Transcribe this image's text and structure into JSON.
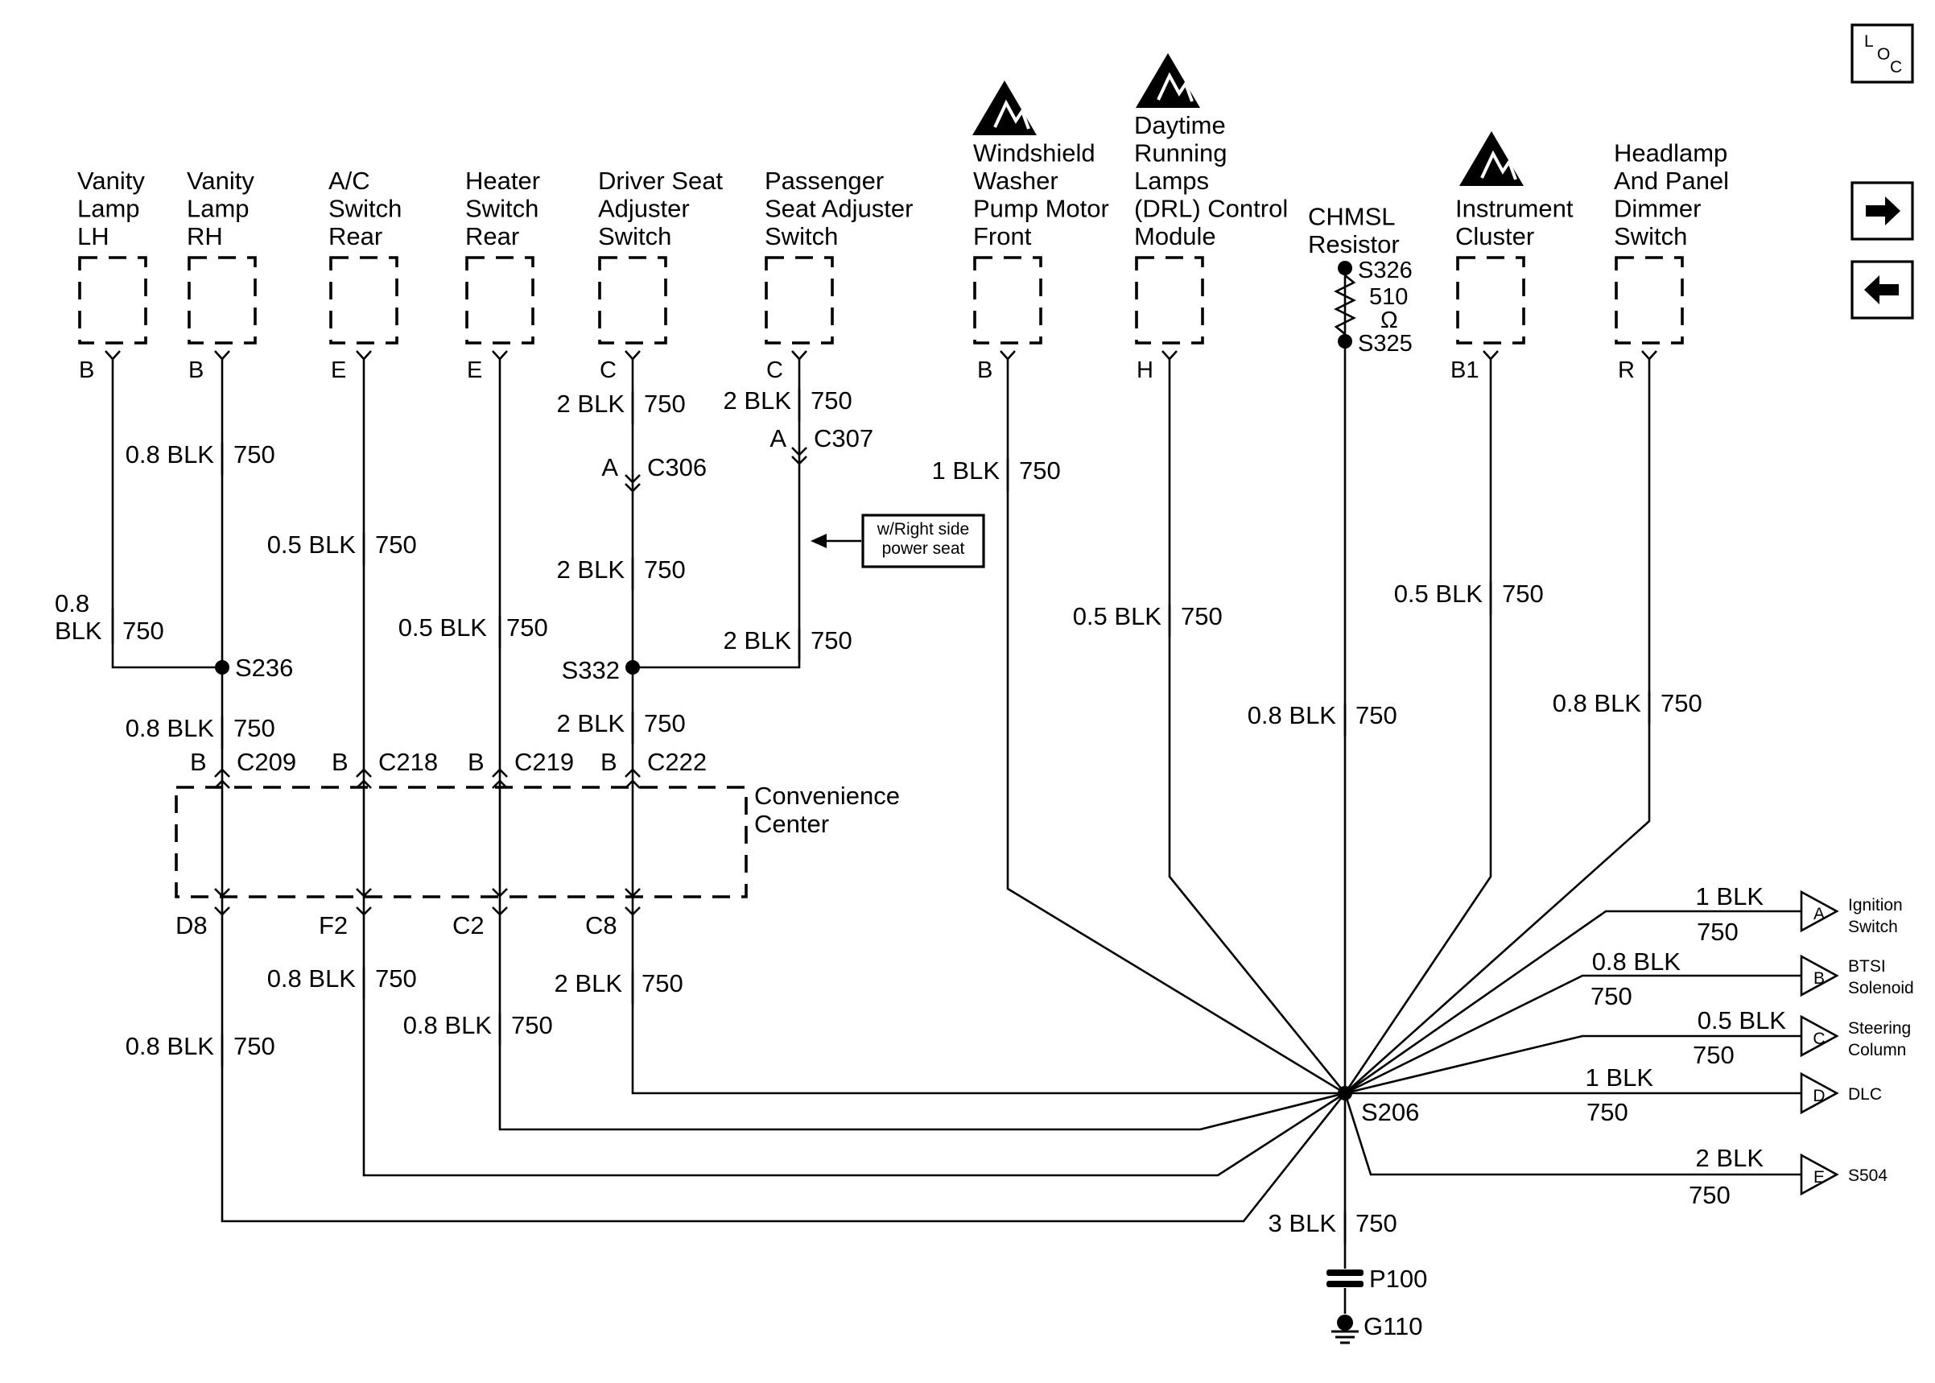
{
  "components": [
    {
      "id": "vanity-lh",
      "lines": [
        "Vanity",
        "Lamp",
        "LH"
      ],
      "pin": "B"
    },
    {
      "id": "vanity-rh",
      "lines": [
        "Vanity",
        "Lamp",
        "RH"
      ],
      "pin": "B"
    },
    {
      "id": "ac-switch",
      "lines": [
        "A/C",
        "Switch",
        "Rear"
      ],
      "pin": "E"
    },
    {
      "id": "heater-switch",
      "lines": [
        "Heater",
        "Switch",
        "Rear"
      ],
      "pin": "E"
    },
    {
      "id": "driver-seat",
      "lines": [
        "Driver Seat",
        "Adjuster",
        "Switch"
      ],
      "pin": "C"
    },
    {
      "id": "passenger-seat",
      "lines": [
        "Passenger",
        "Seat Adjuster",
        "Switch"
      ],
      "pin": "C"
    },
    {
      "id": "washer-pump",
      "lines": [
        "Windshield",
        "Washer",
        "Pump Motor",
        "Front"
      ],
      "pin": "B"
    },
    {
      "id": "drl-module",
      "lines": [
        "Daytime",
        "Running",
        "Lamps",
        "(DRL) Control",
        "Module"
      ],
      "pin": "H"
    },
    {
      "id": "chmsl",
      "lines": [
        "CHMSL",
        "Resistor"
      ],
      "pin": ""
    },
    {
      "id": "cluster",
      "lines": [
        "Instrument",
        "Cluster"
      ],
      "pin": "B1"
    },
    {
      "id": "dimmer",
      "lines": [
        "Headlamp",
        "And Panel",
        "Dimmer",
        "Switch"
      ],
      "pin": "R"
    }
  ],
  "resistor": {
    "top": "S326",
    "value": "510",
    "unit": "Ω",
    "bottom": "S325"
  },
  "wires": {
    "vanity_lh": {
      "size_a": "0.8",
      "size_b": "BLK",
      "circuit": "750"
    },
    "vanity_rh": {
      "size": "0.8 BLK",
      "circuit": "750"
    },
    "ac_top": {
      "size": "0.5 BLK",
      "circuit": "750"
    },
    "heater_top": {
      "size": "0.5 BLK",
      "circuit": "750"
    },
    "driver_top": {
      "size": "2 BLK",
      "circuit": "750"
    },
    "driver_mid": {
      "size": "2 BLK",
      "circuit": "750"
    },
    "driver_low": {
      "size": "2 BLK",
      "circuit": "750"
    },
    "pass_top": {
      "size": "2 BLK",
      "circuit": "750"
    },
    "pass_low": {
      "size": "2 BLK",
      "circuit": "750"
    },
    "s236_low": {
      "size": "0.8 BLK",
      "circuit": "750"
    },
    "pump": {
      "size": "1 BLK",
      "circuit": "750"
    },
    "drl": {
      "size": "0.5 BLK",
      "circuit": "750"
    },
    "chmsl": {
      "size": "0.8 BLK",
      "circuit": "750"
    },
    "cluster": {
      "size": "0.5 BLK",
      "circuit": "750"
    },
    "dimmer": {
      "size": "0.8 BLK",
      "circuit": "750"
    },
    "d8": {
      "size": "0.8 BLK",
      "circuit": "750"
    },
    "f2": {
      "size": "0.8 BLK",
      "circuit": "750"
    },
    "c2": {
      "size": "0.8 BLK",
      "circuit": "750"
    },
    "c8": {
      "size": "2 BLK",
      "circuit": "750"
    },
    "ground": {
      "size": "3 BLK",
      "circuit": "750"
    }
  },
  "splices": {
    "s236": "S236",
    "s332": "S332",
    "s206": "S206"
  },
  "connectors": {
    "c306": {
      "pin": "A",
      "name": "C306"
    },
    "c307": {
      "pin": "A",
      "name": "C307"
    },
    "c209": {
      "pin": "B",
      "name": "C209"
    },
    "c218": {
      "pin": "B",
      "name": "C218"
    },
    "c219": {
      "pin": "B",
      "name": "C219"
    },
    "c222": {
      "pin": "B",
      "name": "C222"
    }
  },
  "convenience_center": {
    "lines": [
      "Convenience",
      "Center"
    ],
    "pins": [
      "D8",
      "F2",
      "C2",
      "C8"
    ]
  },
  "option_note": {
    "lines": [
      "w/Right side",
      "power seat"
    ]
  },
  "outputs": [
    {
      "size": "1 BLK",
      "circuit": "750",
      "letter": "A",
      "dest": [
        "Ignition",
        "Switch"
      ]
    },
    {
      "size": "0.8 BLK",
      "circuit": "750",
      "letter": "B",
      "dest": [
        "BTSI",
        "Solenoid"
      ]
    },
    {
      "size": "0.5 BLK",
      "circuit": "750",
      "letter": "C",
      "dest": [
        "Steering",
        "Column"
      ]
    },
    {
      "size": "1 BLK",
      "circuit": "750",
      "letter": "D",
      "dest": [
        "DLC"
      ]
    },
    {
      "size": "2 BLK",
      "circuit": "750",
      "letter": "E",
      "dest": [
        "S504"
      ]
    }
  ],
  "ground": {
    "connector": "P100",
    "name": "G110"
  },
  "nav": {
    "loc_l": "L",
    "loc_o": "O",
    "loc_c": "C",
    "next_icon": "arrow-right-icon",
    "prev_icon": "arrow-left-icon"
  }
}
